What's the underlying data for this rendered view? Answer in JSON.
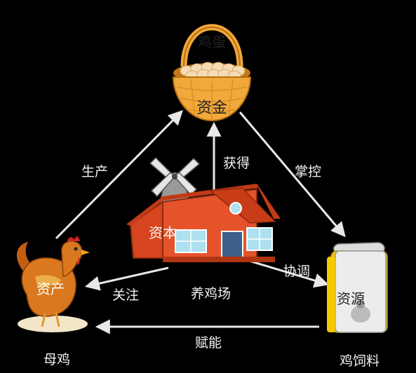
{
  "nodes": {
    "basket_top": "鸡蛋",
    "basket": "资金",
    "hen": "资产",
    "hen_caption": "母鸡",
    "feed": "资源",
    "feed_caption": "鸡饲料",
    "farm": "资本",
    "farm_caption": "养鸡场"
  },
  "edges": {
    "produce": "生产",
    "obtain": "获得",
    "control": "掌控",
    "coordinate": "协调",
    "attention": "关注",
    "empower": "赋能"
  },
  "colors": {
    "background": "#000000",
    "arrow": "#e8e8e8",
    "basket": "#f2a93b",
    "barn": "#e5532b",
    "hen": "#d9781f",
    "feed_bag": "#f1c40f"
  }
}
